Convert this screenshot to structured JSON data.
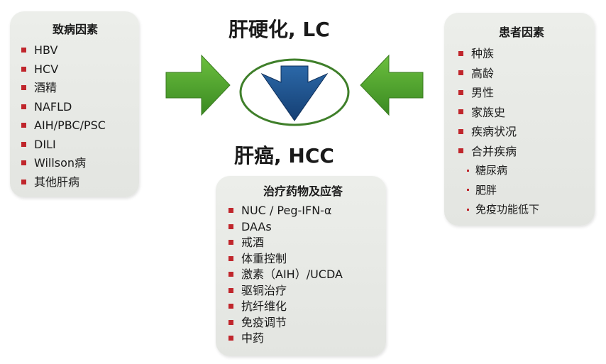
{
  "titles": {
    "top": "肝硬化, LC",
    "bottom": "肝癌, HCC"
  },
  "panels": {
    "left": {
      "title": "致病因素",
      "items": [
        "HBV",
        "HCV",
        "酒精",
        "NAFLD",
        "AIH/PBC/PSC",
        "DILI",
        "Willson病",
        "其他肝病"
      ]
    },
    "right": {
      "title": "患者因素",
      "items": [
        "种族",
        "高龄",
        "男性",
        "家族史",
        "疾病状况",
        "合并疾病"
      ],
      "subitems": [
        "糖尿病",
        "肥胖",
        "免疫功能低下"
      ]
    },
    "bottom": {
      "title": "治疗药物及应答",
      "items": [
        "NUC / Peg-IFN-α",
        "DAAs",
        "戒酒",
        "体重控制",
        "激素（AIH）/UCDA",
        "驱铜治疗",
        "抗纤维化",
        "免疫调节",
        "中药"
      ]
    }
  },
  "colors": {
    "arrow_green": "#4a9a2a",
    "arrow_blue": "#1e4f8c",
    "ellipse_border": "#3f7f2a",
    "bullet_red": "#c0262c"
  }
}
